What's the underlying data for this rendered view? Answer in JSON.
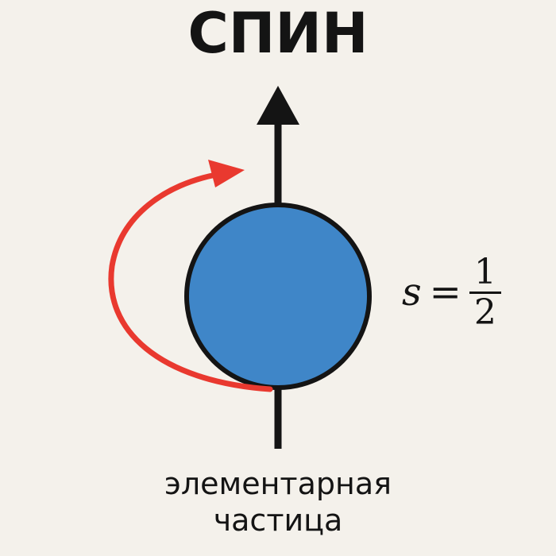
{
  "title": "СПИН",
  "formula": {
    "variable": "s",
    "equals": "=",
    "numerator": "1",
    "denominator": "2"
  },
  "caption": {
    "line1": "элементарная",
    "line2": "частица"
  },
  "colors": {
    "background": "#f4f1eb",
    "particle_fill": "#3f86c8",
    "outline": "#141414",
    "rotation_arrow": "#e9392f"
  },
  "icons": {
    "spin_axis": "up-arrow",
    "rotation": "curved-arrow"
  }
}
